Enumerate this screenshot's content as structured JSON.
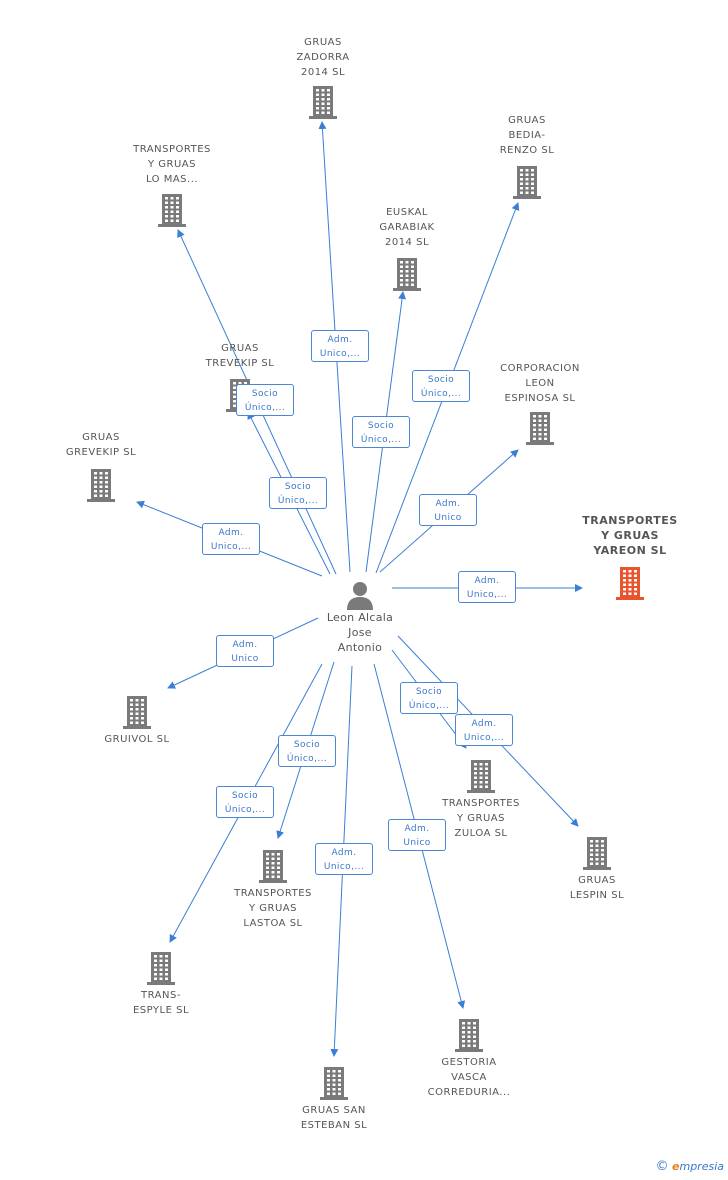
{
  "colors": {
    "edge": "#3a7fd5",
    "building": "#7a7a7a",
    "highlight": "#e8542e"
  },
  "center": {
    "name": "Leon Alcala\nJose\nAntonio",
    "icon": "person-icon"
  },
  "nodes": [
    {
      "id": "zadorra",
      "label": "GRUAS\nZADORRA\n2014  SL"
    },
    {
      "id": "lomas",
      "label": "TRANSPORTES\nY GRUAS\nLO MAS..."
    },
    {
      "id": "bediarenzo",
      "label": "GRUAS\nBEDIA-\nRENZO  SL"
    },
    {
      "id": "euskal",
      "label": "EUSKAL\nGARABIAK\n2014  SL"
    },
    {
      "id": "trevekip",
      "label": "GRUAS\nTREVEKIP  SL"
    },
    {
      "id": "corporacion",
      "label": "CORPORACION\nLEON\nESPINOSA SL"
    },
    {
      "id": "grevekip",
      "label": "GRUAS\nGREVEKIP  SL"
    },
    {
      "id": "yareon",
      "label": "TRANSPORTES\nY GRUAS\nYAREON  SL",
      "highlight": true
    },
    {
      "id": "gruivol",
      "label": "GRUIVOL SL"
    },
    {
      "id": "zuloa",
      "label": "TRANSPORTES\nY GRUAS\nZULOA  SL"
    },
    {
      "id": "lespin",
      "label": "GRUAS\nLESPIN  SL"
    },
    {
      "id": "lastoa",
      "label": "TRANSPORTES\nY GRUAS\nLASTOA  SL"
    },
    {
      "id": "espyle",
      "label": "TRANS-\nESPYLE  SL"
    },
    {
      "id": "gestoria",
      "label": "GESTORIA\nVASCA\nCORREDURIA..."
    },
    {
      "id": "sanesteban",
      "label": "GRUAS SAN\nESTEBAN  SL"
    }
  ],
  "edges": [
    {
      "to": "zadorra",
      "label": "Adm.\nUnico,..."
    },
    {
      "to": "lomas",
      "label": "Socio\nÚnico,..."
    },
    {
      "to": "bediarenzo",
      "label": "Socio\nÚnico,..."
    },
    {
      "to": "euskal",
      "label": "Socio\nÚnico,..."
    },
    {
      "to": "trevekip",
      "label": "Socio\nÚnico,..."
    },
    {
      "to": "corporacion",
      "label": "Adm.\nUnico"
    },
    {
      "to": "grevekip",
      "label": "Adm.\nUnico,..."
    },
    {
      "to": "yareon",
      "label": "Adm.\nUnico,..."
    },
    {
      "to": "gruivol",
      "label": "Adm.\nUnico"
    },
    {
      "to": "zuloa",
      "label": "Socio\nÚnico,..."
    },
    {
      "to": "lespin",
      "label": "Adm.\nUnico,..."
    },
    {
      "to": "lastoa",
      "label": "Socio\nÚnico,..."
    },
    {
      "to": "espyle",
      "label": "Socio\nÚnico,..."
    },
    {
      "to": "gestoria",
      "label": "Adm.\nUnico"
    },
    {
      "to": "sanesteban",
      "label": "Adm.\nUnico,..."
    }
  ],
  "footer": {
    "copyright": "©",
    "brand_e": "e",
    "brand_rest": "mpresia"
  }
}
